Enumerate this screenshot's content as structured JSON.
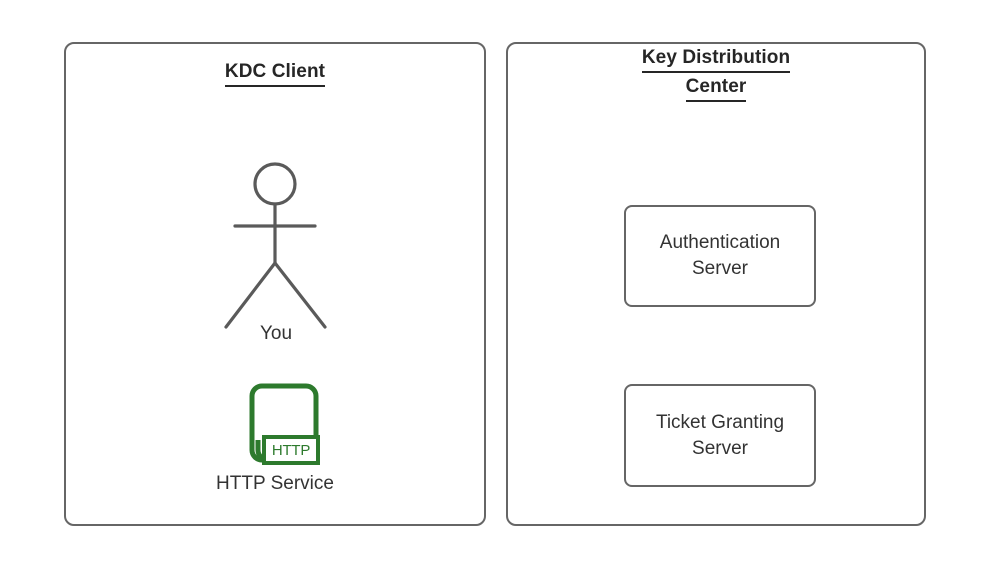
{
  "diagram": {
    "type": "kerberos-architecture",
    "background_color": "#ffffff",
    "palette": {
      "panel_border": "#666666",
      "box_border": "#666666",
      "title_text": "#262626",
      "body_text": "#333333",
      "accent_green": "#2d7a2d",
      "figure_stroke": "#5a5a5a"
    }
  },
  "panels": [
    {
      "id": "kdc-client",
      "title": "KDC Client",
      "title_lines": [
        "KDC Client"
      ],
      "nodes": [
        {
          "id": "you",
          "type": "actor",
          "label": "You",
          "icon": "stick-figure-icon"
        },
        {
          "id": "http-service",
          "type": "service",
          "label": "HTTP Service",
          "icon": "http-service-icon",
          "badge": "HTTP",
          "color": "#2d7a2d"
        }
      ]
    },
    {
      "id": "key-distribution-center",
      "title": "Key Distribution Center",
      "title_lines": [
        "Key Distribution",
        "Center"
      ],
      "nodes": [
        {
          "id": "authentication-server",
          "type": "box",
          "label": "Authentication Server",
          "label_lines": [
            "Authentication",
            "Server"
          ]
        },
        {
          "id": "ticket-granting-server",
          "type": "box",
          "label": "Ticket Granting Server",
          "label_lines": [
            "Ticket Granting",
            "Server"
          ]
        }
      ]
    }
  ]
}
